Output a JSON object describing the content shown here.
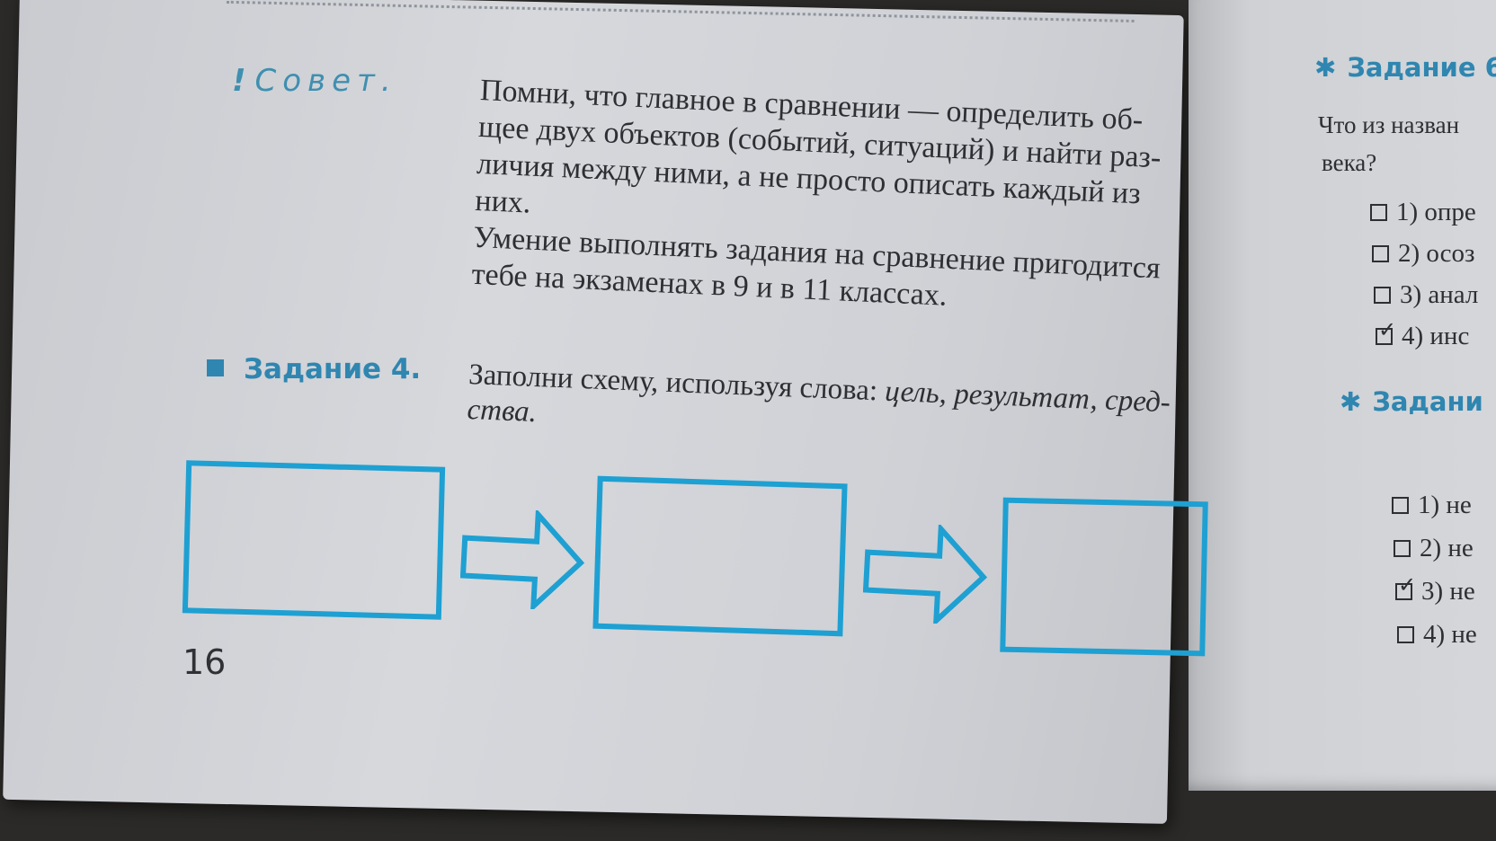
{
  "tip": {
    "label": "Совет.",
    "lines": [
      "Помни, что главное в сравнении — определить об-",
      "щее двух объектов (событий, ситуаций) и найти раз-",
      "личия между ними, а не просто описать каждый из",
      "них.",
      "Умение выполнять задания на сравнение пригодится",
      "тебе на экзаменах в 9 и в 11 классах."
    ]
  },
  "task4": {
    "label": "Задание 4.",
    "instruction": "Заполни схему, используя слова:",
    "words_line1": "цель, результат, сред-",
    "words_line2": "ства."
  },
  "scheme": {
    "boxes": [
      "",
      "",
      ""
    ]
  },
  "page_number": "16",
  "right_page": {
    "task_head": "Задание 6",
    "question_line1": "Что из назван",
    "question_line2": "века?",
    "options_a": [
      {
        "label": "1) опре",
        "checked": false
      },
      {
        "label": "2) осоз",
        "checked": false
      },
      {
        "label": "3) анал",
        "checked": false
      },
      {
        "label": "4) инс",
        "checked": true
      }
    ],
    "task_head2": "Задани",
    "options_b": [
      {
        "label": "1) не",
        "checked": false
      },
      {
        "label": "2) не",
        "checked": false
      },
      {
        "label": "3) не",
        "checked": true
      },
      {
        "label": "4) не",
        "checked": false
      }
    ]
  },
  "colors": {
    "accent": "#2f86b0",
    "scheme_line": "#1ea0d2",
    "text": "#2e2f33"
  }
}
